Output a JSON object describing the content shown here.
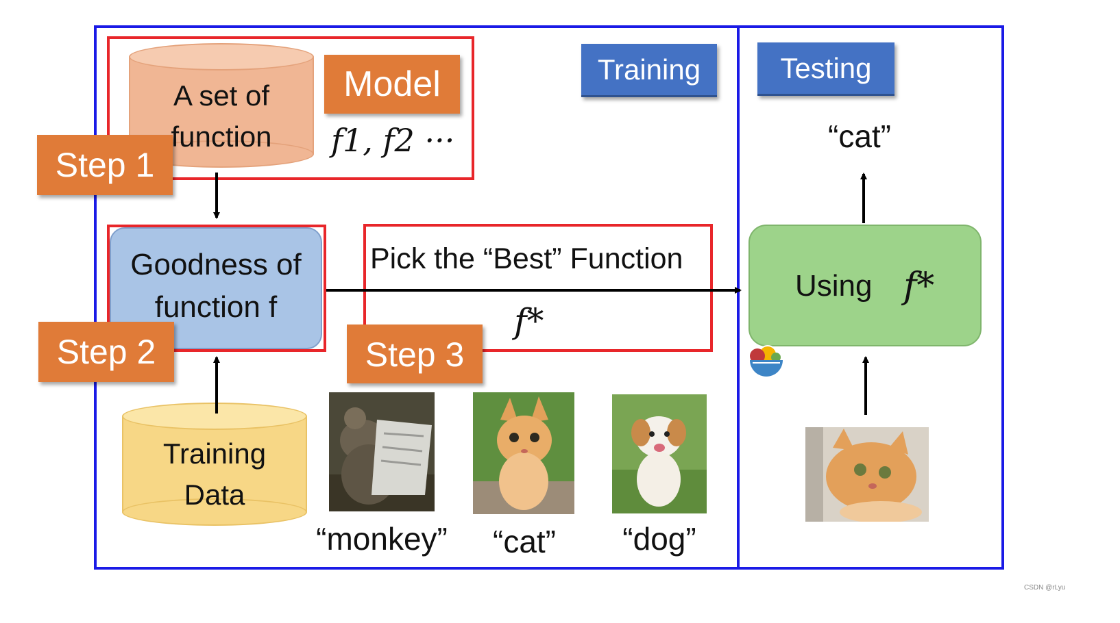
{
  "phases": {
    "training": "Training",
    "testing": "Testing"
  },
  "step1": {
    "tag": "Step 1",
    "cylinder_line1": "A set of",
    "cylinder_line2": "function",
    "model_label": "Model",
    "functions": "f1, f2 ···"
  },
  "step2": {
    "tag": "Step 2",
    "box_line1": "Goodness of",
    "box_line2": "function f",
    "data_line1": "Training",
    "data_line2": "Data"
  },
  "step3": {
    "tag": "Step 3",
    "pick_text": "Pick the “Best” Function",
    "best": "f*"
  },
  "training_examples": [
    {
      "label": "“monkey”",
      "picture": "monkey-photo"
    },
    {
      "label": "“cat”",
      "picture": "cat-photo"
    },
    {
      "label": "“dog”",
      "picture": "dog-photo"
    }
  ],
  "testing": {
    "using_text": "Using",
    "using_symbol": "f*",
    "output": "“cat”",
    "input_picture": "cat-photo"
  },
  "colors": {
    "blue_border": "#1a1ae6",
    "red_border": "#e8262a",
    "orange": "#e07b38",
    "blue_tag": "#4472c4",
    "green_box": "#9dd38a",
    "goodness_box": "#a9c4e6",
    "training_cylinder": "#f7d786",
    "function_cylinder": "#f0b694"
  },
  "watermark": "CSDN @rLyu"
}
